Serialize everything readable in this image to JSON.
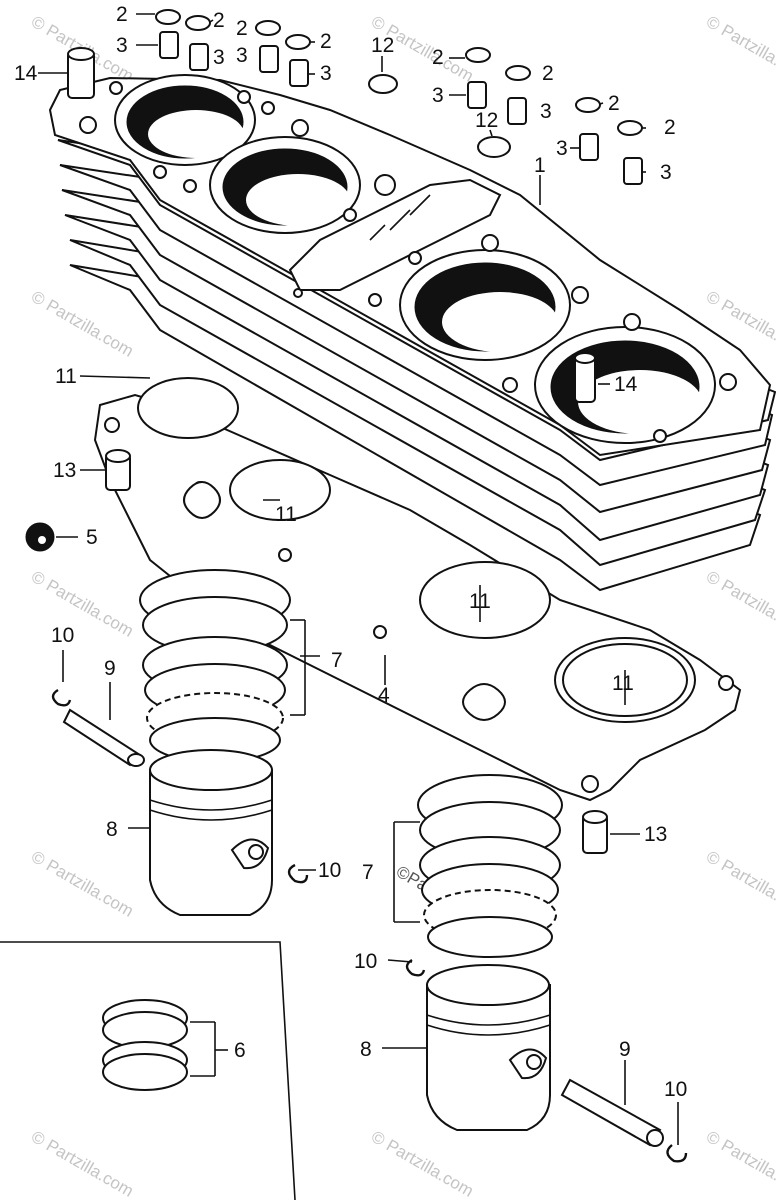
{
  "diagram": {
    "watermark": "© Partzilla.com",
    "watermark_center": "©Partzilla.com",
    "callouts": {
      "c2a": "2",
      "c2b": "2",
      "c2c": "2",
      "c2d": "2",
      "c2e": "2",
      "c2f": "2",
      "c2g": "2",
      "c2h": "2",
      "c3a": "3",
      "c3b": "3",
      "c3c": "3",
      "c3d": "3",
      "c3e": "3",
      "c3f": "3",
      "c3g": "3",
      "c3h": "3",
      "c14a": "14",
      "c14b": "14",
      "c12a": "12",
      "c12b": "12",
      "c1": "1",
      "c11a": "11",
      "c11b": "11",
      "c11c": "11",
      "c11d": "11",
      "c13a": "13",
      "c13b": "13",
      "c5": "5",
      "c4": "4",
      "c7a": "7",
      "c7b": "7",
      "c10a": "10",
      "c10b": "10",
      "c10c": "10",
      "c10d": "10",
      "c9a": "9",
      "c9b": "9",
      "c8a": "8",
      "c8b": "8",
      "c6": "6"
    }
  }
}
